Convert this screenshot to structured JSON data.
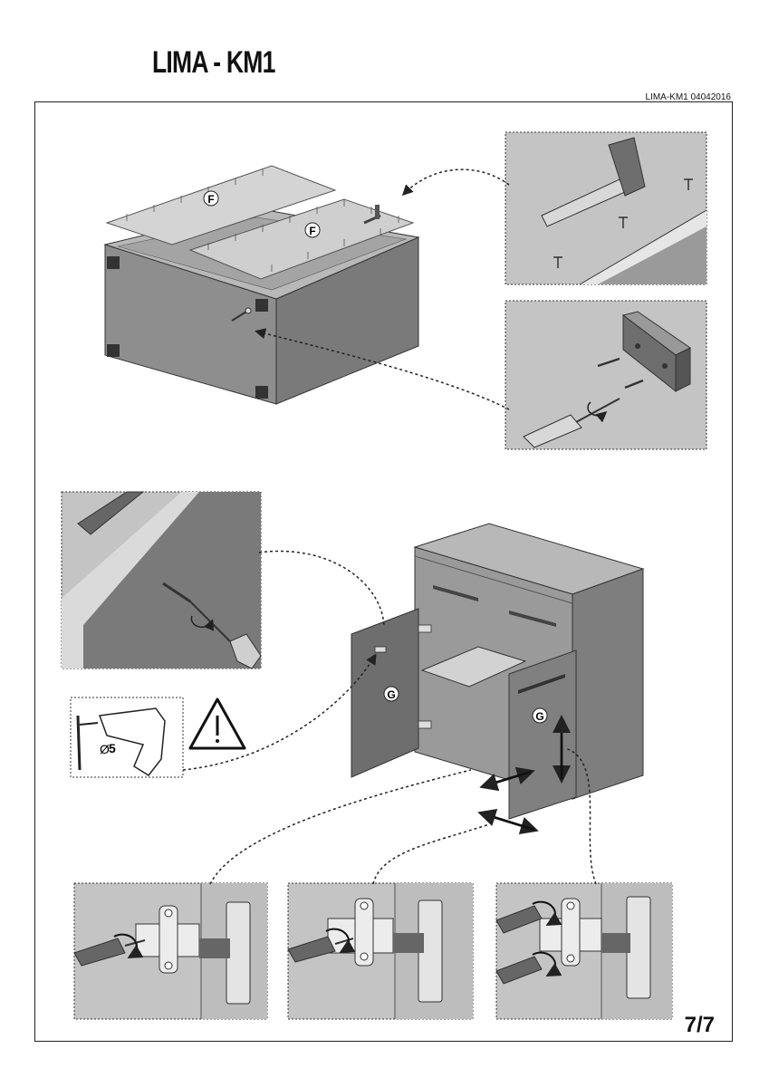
{
  "header": {
    "title": "LIMA - KM1",
    "doc_code": "LIMA-KM1 04042016"
  },
  "labels": {
    "panel_f": "F",
    "door_g": "G",
    "drill_size": "5",
    "diameter_symbol": "Ø"
  },
  "footer": {
    "page": "7/7"
  },
  "colors": {
    "panel_dark": "#7a7a7a",
    "panel_mid": "#9c9c9c",
    "panel_light": "#c9c9c9",
    "detail_bg": "#c4c4c4"
  }
}
